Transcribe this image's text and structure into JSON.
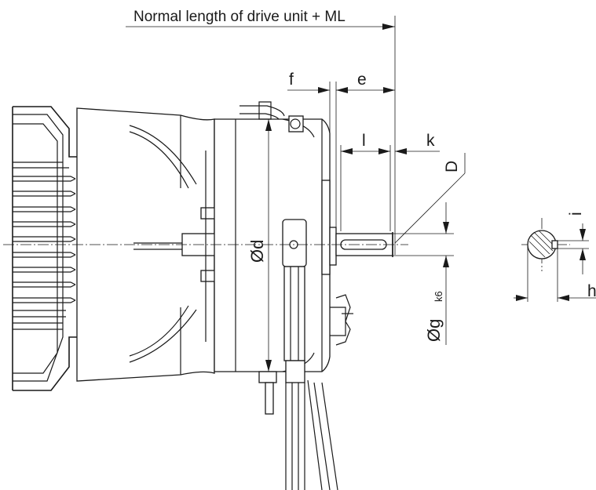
{
  "labels": {
    "normal_length": "Normal length of drive unit + ML",
    "f": "f",
    "e": "e",
    "l": "l",
    "k": "k",
    "D": "D",
    "diameter_d": "Ød",
    "diameter_g": "Øg",
    "g_subscript": "k6",
    "i": "i",
    "h": "h"
  },
  "colors": {
    "line": "#1a1a1a",
    "background": "#ffffff"
  }
}
